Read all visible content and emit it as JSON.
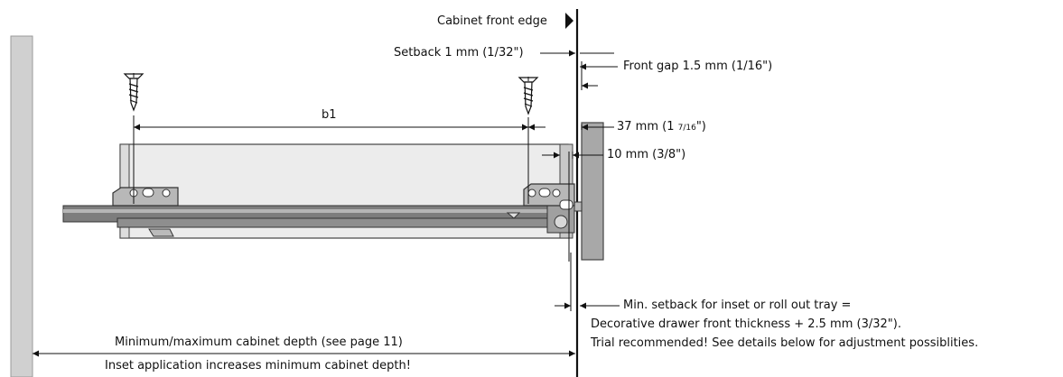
{
  "labels": {
    "cabinet_front_edge": "Cabinet front edge",
    "setback": "Setback 1 mm (1/32\")",
    "front_gap": "Front gap 1.5 mm (1/16\")",
    "b1": "b1",
    "dim_37_main": "37 mm (1 ",
    "dim_37_frac": "7/16",
    "dim_37_end": "\")",
    "dim_10": "10 mm (3/8\")",
    "min_setback_line1": "Min. setback for inset or roll out tray =",
    "min_setback_line2": "Decorative drawer front thickness + 2.5 mm (3/32\").",
    "min_setback_line3": "Trial recommended! See details below for adjustment possiblities.",
    "cabinet_depth": "Minimum/maximum cabinet depth (see page 11)",
    "inset_note": "Inset application increases minimum cabinet depth!"
  },
  "colors": {
    "cabinet_side": "#d0d0d0",
    "drawer_panel": "#ececec",
    "drawer_front": "#a8a8a8",
    "runner": "#7d7d7d",
    "line": "#111111"
  }
}
